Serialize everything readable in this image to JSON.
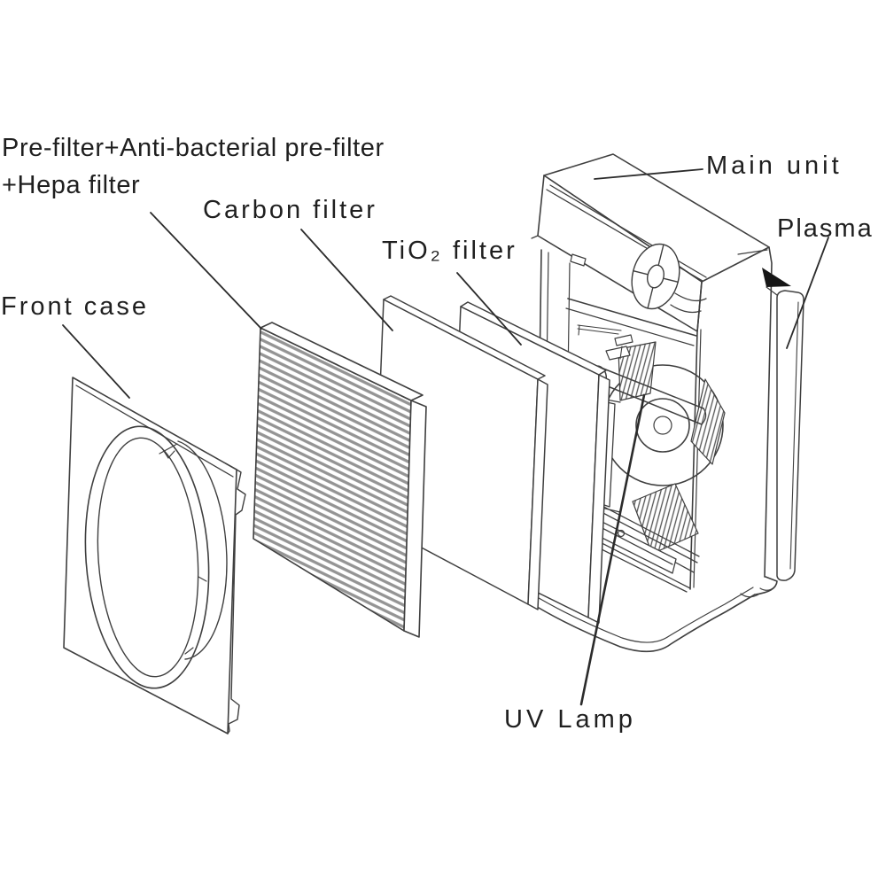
{
  "colors": {
    "background": "#ffffff",
    "line": "#3f3f3f",
    "leader": "#2b2b2b",
    "text": "#1f1f1f",
    "pleat_stripe": "#949494",
    "dark_wedge": "#161616"
  },
  "labels": {
    "pre_filter_line1": "Pre-filter+Anti-bacterial pre-filter",
    "pre_filter_line2": "+Hepa filter",
    "carbon_filter": "Carbon filter",
    "tio2_filter": "TiO₂ filter",
    "main_unit": "Main unit",
    "plasma": "Plasma",
    "front_case": "Front case",
    "uv_lamp": "UV Lamp"
  }
}
